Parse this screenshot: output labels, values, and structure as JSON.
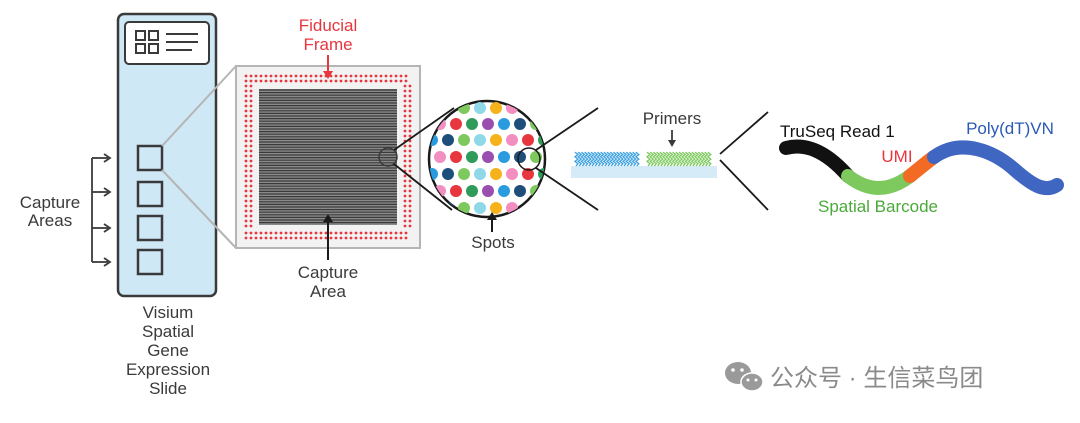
{
  "labels": {
    "capture_areas": [
      "Capture",
      "Areas"
    ],
    "slide": [
      "Visium",
      "Spatial",
      "Gene",
      "Expression",
      "Slide"
    ],
    "fiducial": [
      "Fiducial",
      "Frame"
    ],
    "capture_area": [
      "Capture",
      "Area"
    ],
    "spots": "Spots",
    "primers": "Primers",
    "truseq": "TruSeq Read 1",
    "umi": "UMI",
    "polydt": "Poly(dT)VN",
    "spatial_barcode": "Spatial Barcode"
  },
  "watermark": {
    "text": "公众号 · 生信菜鸟团",
    "icon": "wechat-icon"
  },
  "colors": {
    "slide_fill": "#cfe8f6",
    "slide_stroke": "#3a3a3a",
    "fiducial": "#e8363e",
    "grid": "#3a3a3a",
    "truseq": "#111111",
    "barcode": "#7dc95e",
    "umi": "#f26a24",
    "polydt": "#3f66c0",
    "primer_blue": "#3aa0e0",
    "primer_green": "#7dc95e",
    "primer_base": "#d5ecf8",
    "spot_colors": [
      "#2b9be0",
      "#7dc95e",
      "#f5b21a",
      "#e8363e",
      "#9a4fb0",
      "#1e4e7a",
      "#8ed8e8",
      "#f28fc0",
      "#2f9b5a"
    ]
  }
}
